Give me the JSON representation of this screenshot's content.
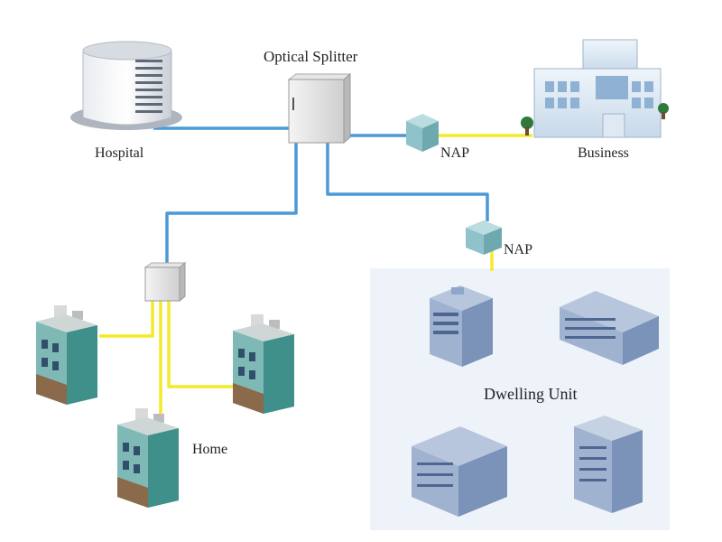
{
  "labels": {
    "optical_splitter": "Optical Splitter",
    "hospital": "Hospital",
    "business": "Business",
    "nap_top": "NAP",
    "nap_mid": "NAP",
    "dwelling_unit": "Dwelling Unit",
    "home": "Home"
  },
  "colors": {
    "fiber_line": "#4a9ad6",
    "drop_line": "#f2ea2a",
    "dwelling_panel": "#eef3fa",
    "nap_cube": "#8fc3c9",
    "home_wall": "#3f8f8a",
    "tower_blue": "#8ea6c9"
  }
}
